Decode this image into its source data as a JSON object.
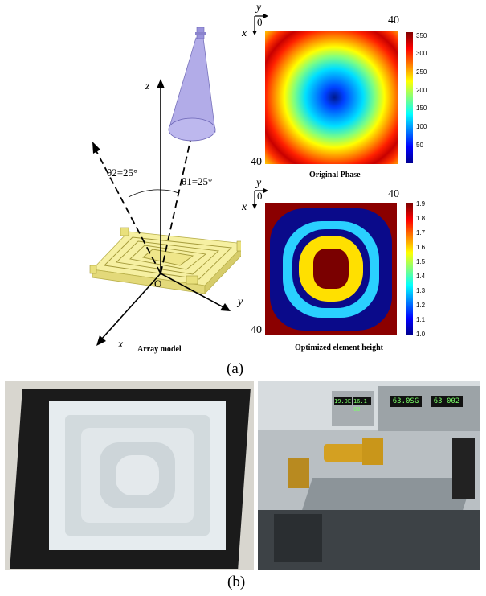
{
  "figure": {
    "panel_a_label": "(a)",
    "panel_b_label": "(b)"
  },
  "array_model": {
    "caption": "Array model",
    "axis_z": "z",
    "axis_x": "x",
    "axis_y": "y",
    "origin": "O",
    "theta1": "θ1=25°",
    "theta2": "θ2=25°",
    "colors": {
      "array": "#f3ec8a",
      "array_edge": "#b9b04a",
      "horn": "#aaa4e6"
    }
  },
  "original_phase": {
    "caption": "Original Phase",
    "axis_x": "x",
    "axis_y": "y",
    "corner_0": "0",
    "corner_top_right": "40",
    "corner_bottom_left": "40",
    "colorbar_ticks": [
      "350",
      "300",
      "250",
      "200",
      "150",
      "100",
      "50"
    ],
    "colormap": "jet"
  },
  "optimized_height": {
    "caption": "Optimized element height",
    "axis_x": "x",
    "axis_y": "y",
    "corner_0": "0",
    "corner_top_right": "40",
    "corner_bottom_left": "40",
    "colorbar_ticks": [
      "1.9",
      "1.8",
      "1.7",
      "1.6",
      "1.5",
      "1.4",
      "1.3",
      "1.2",
      "1.1",
      "1.0"
    ],
    "colormap": "jet"
  },
  "photos": {
    "left": "fabricated-lens-array-photo",
    "right": "measurement-setup-photo",
    "readouts": [
      "63.0SG",
      "63 002",
      "19.0E",
      "16.1 00"
    ]
  }
}
